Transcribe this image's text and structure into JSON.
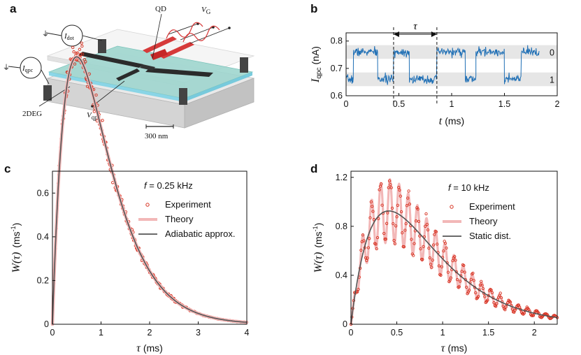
{
  "panels": {
    "a": {
      "letter": "a",
      "labels": {
        "qd": "QD",
        "vg": "V",
        "vg_sub": "G",
        "idot": "I",
        "idot_sub": "dot",
        "iqpc": "I",
        "iqpc_sub": "qpc",
        "vqpc": "V",
        "vqpc_sub": "qpc",
        "twodeg": "2DEG",
        "scale": "300 nm"
      }
    },
    "b": {
      "letter": "b",
      "tau": "τ",
      "state0": "0",
      "state1": "1"
    },
    "c": {
      "letter": "c"
    },
    "d": {
      "letter": "d"
    }
  },
  "chart_data": [
    {
      "panel": "b",
      "type": "line",
      "xlabel_var": "t",
      "xlabel_unit": "(ms)",
      "ylabel_var": "I",
      "ylabel_sub": "qpc",
      "ylabel_unit": "(nA)",
      "xlim": [
        0,
        2
      ],
      "ylim": [
        0.6,
        0.83
      ],
      "xticks": [
        0,
        0.5,
        1,
        1.5,
        2
      ],
      "xticklabels": [
        "0",
        "0.5",
        "1",
        "1.5",
        "2"
      ],
      "yticks": [
        0.6,
        0.7,
        0.8
      ],
      "yticklabels": [
        "0.6",
        "0.7",
        "0.8"
      ],
      "levels": {
        "state0": 0.76,
        "state1": 0.66
      },
      "bands": [
        [
          0.735,
          0.785
        ],
        [
          0.635,
          0.685
        ]
      ],
      "switch_times": [
        0.0,
        0.07,
        0.3,
        0.45,
        0.6,
        0.86,
        1.13,
        1.23,
        1.5,
        1.66,
        1.83
      ],
      "switch_states": [
        1,
        0,
        1,
        0,
        1,
        0,
        1,
        0,
        1,
        0
      ],
      "tau_interval": [
        0.45,
        0.86
      ],
      "color": "#1f6fb5",
      "band_color": "#e6e6e6"
    },
    {
      "panel": "c",
      "type": "scatter",
      "xlabel_var": "τ",
      "xlabel_unit": "(ms)",
      "ylabel_var": "W(τ)",
      "ylabel_unit": "(ms",
      "ylabel_sup": "-1",
      "xlim": [
        0,
        4
      ],
      "ylim": [
        0,
        0.7
      ],
      "xticks": [
        0,
        1,
        2,
        3,
        4
      ],
      "xticklabels": [
        "0",
        "1",
        "2",
        "3",
        "4"
      ],
      "yticks": [
        0,
        0.2,
        0.4,
        0.6
      ],
      "yticklabels": [
        "0",
        "0.2",
        "0.4",
        "0.6"
      ],
      "annotation_var": "f",
      "annotation_value": " = 0.25 kHz",
      "model": {
        "A": 6.65,
        "r": 2.0
      },
      "legend": [
        "Experiment",
        "Theory",
        "Adiabatic approx."
      ],
      "colors": {
        "experiment": "#d7301f",
        "theory": "#f2b7b7",
        "approx": "#555555"
      }
    },
    {
      "panel": "d",
      "type": "scatter",
      "xlabel_var": "τ",
      "xlabel_unit": "(ms)",
      "ylabel_var": "W(τ)",
      "ylabel_unit": "(ms",
      "ylabel_sup": "-1",
      "xlim": [
        0,
        2.25
      ],
      "ylim": [
        0,
        1.25
      ],
      "xticks": [
        0,
        0.5,
        1,
        1.5,
        2
      ],
      "xticklabels": [
        "0",
        "0.5",
        "1",
        "1.5",
        "2"
      ],
      "yticks": [
        0,
        0.4,
        0.8,
        1.2
      ],
      "yticklabels": [
        "0",
        "0.4",
        "0.8",
        "1.2"
      ],
      "annotation_var": "f",
      "annotation_value": " = 10 kHz",
      "model": {
        "A": 14.6,
        "r": 2.5,
        "mod_freq_khz": 10,
        "mod_depth": 0.28
      },
      "legend": [
        "Experiment",
        "Theory",
        "Static dist."
      ],
      "colors": {
        "experiment": "#d7301f",
        "theory": "#f2b7b7",
        "static": "#555555"
      }
    }
  ]
}
